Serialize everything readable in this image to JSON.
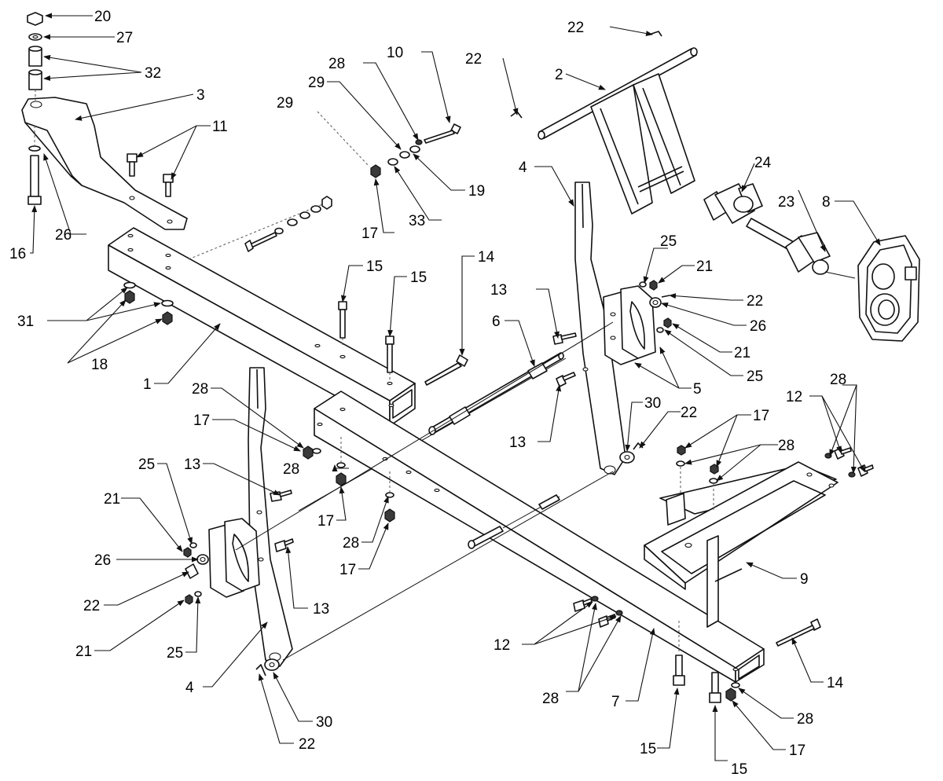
{
  "callouts": {
    "c1": "1",
    "c2": "2",
    "c3": "3",
    "c4a": "4",
    "c4b": "4",
    "c5": "5",
    "c6": "6",
    "c7": "7",
    "c8": "8",
    "c9": "9",
    "c10": "10",
    "c11": "11",
    "c12a": "12",
    "c12b": "12",
    "c13a": "13",
    "c13b": "13",
    "c13c": "13",
    "c13d": "13",
    "c14a": "14",
    "c14b": "14",
    "c15a": "15",
    "c15b": "15",
    "c15c": "15",
    "c15d": "15",
    "c16": "16",
    "c17a": "17",
    "c17b": "17",
    "c17c": "17",
    "c17d": "17",
    "c17e": "17",
    "c17f": "17",
    "c18": "18",
    "c19": "19",
    "c20": "20",
    "c21a": "21",
    "c21b": "21",
    "c21c": "21",
    "c21d": "21",
    "c22a": "22",
    "c22b": "22",
    "c22c": "22",
    "c22d": "22",
    "c22e": "22",
    "c22f": "22",
    "c23": "23",
    "c24": "24",
    "c25a": "25",
    "c25b": "25",
    "c25c": "25",
    "c25d": "25",
    "c26a": "26",
    "c26b": "26",
    "c26c": "26",
    "c27": "27",
    "c28a": "28",
    "c28b": "28",
    "c28c": "28",
    "c28d": "28",
    "c28e": "28",
    "c28f": "28",
    "c28g": "28",
    "c28h": "28",
    "c29a": "29",
    "c29b": "29",
    "c30a": "30",
    "c30b": "30",
    "c31": "31",
    "c32": "32",
    "c33": "33"
  }
}
